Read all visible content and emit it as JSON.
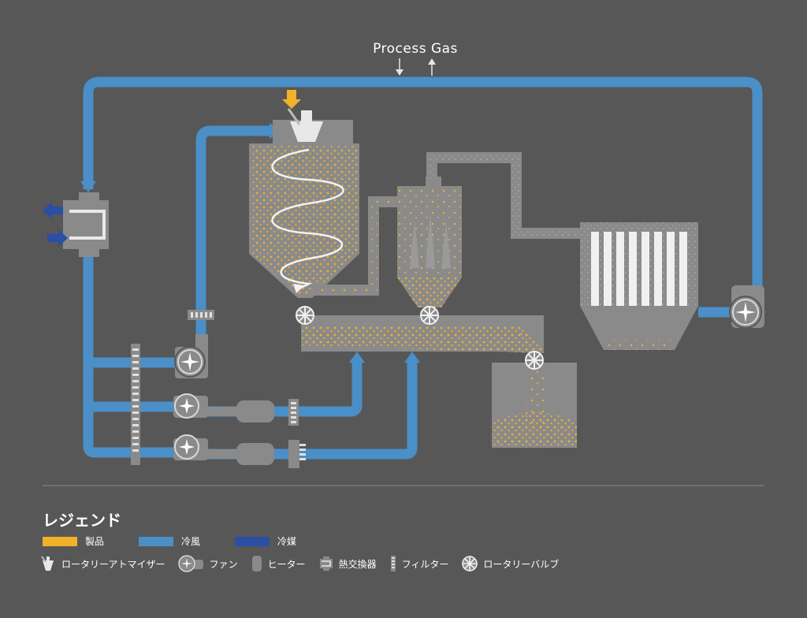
{
  "diagram": {
    "process_gas_label": "Process Gas"
  },
  "legend": {
    "title": "レジェンド",
    "swatches": [
      {
        "label": "製品",
        "color": "#f2b12b"
      },
      {
        "label": "冷風",
        "color": "#4a8fc7"
      },
      {
        "label": "冷媒",
        "color": "#2a4fa5"
      }
    ],
    "icons": [
      {
        "label": "ロータリーアトマイザー",
        "icon": "rotary-atomizer-icon"
      },
      {
        "label": "ファン",
        "icon": "fan-icon"
      },
      {
        "label": "ヒーター",
        "icon": "heater-icon"
      },
      {
        "label": "熱交換器",
        "icon": "heat-exchanger-icon"
      },
      {
        "label": "フィルター",
        "icon": "filter-icon"
      },
      {
        "label": "ロータリーバルブ",
        "icon": "rotary-valve-icon"
      }
    ]
  },
  "colors": {
    "background": "#575757",
    "equipment": "#8a8a8a",
    "cooling_air": "#4a8fc7",
    "refrigerant": "#2a4fa5",
    "product": "#f2b12b"
  }
}
